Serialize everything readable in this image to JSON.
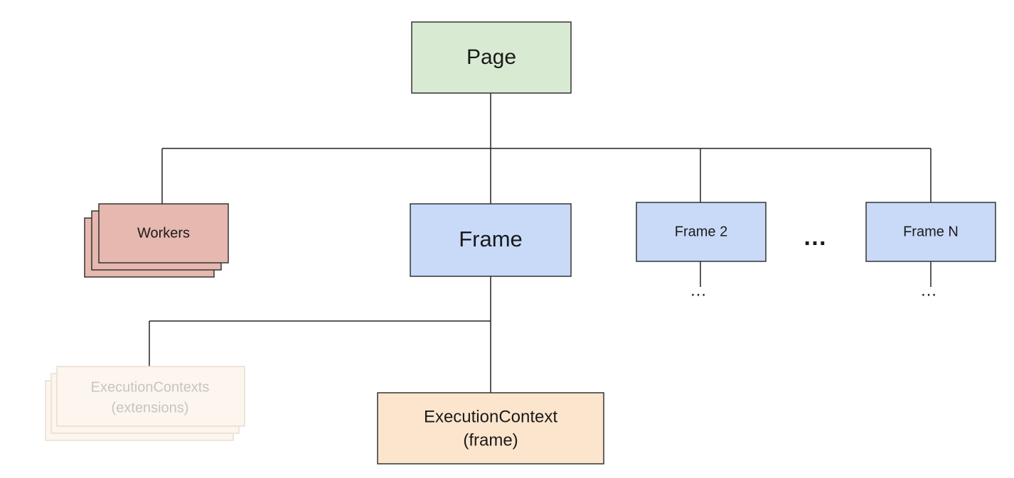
{
  "nodes": {
    "page": {
      "label": "Page",
      "color": "#d9ead3"
    },
    "workers": {
      "label": "Workers",
      "color": "#e6b8af"
    },
    "frame": {
      "label": "Frame",
      "color": "#c9daf8"
    },
    "frame2": {
      "label": "Frame 2",
      "color": "#c9daf8"
    },
    "frameN": {
      "label": "Frame N",
      "color": "#c9daf8"
    },
    "execution_contexts_extensions": {
      "line1": "ExecutionContexts",
      "line2": "(extensions)",
      "color": "#fdf6ef"
    },
    "execution_context_frame": {
      "line1": "ExecutionContext",
      "line2": "(frame)",
      "color": "#fce5cd"
    }
  },
  "ellipses": {
    "between_frames": "…",
    "under_frame2": "…",
    "under_frameN": "…"
  }
}
